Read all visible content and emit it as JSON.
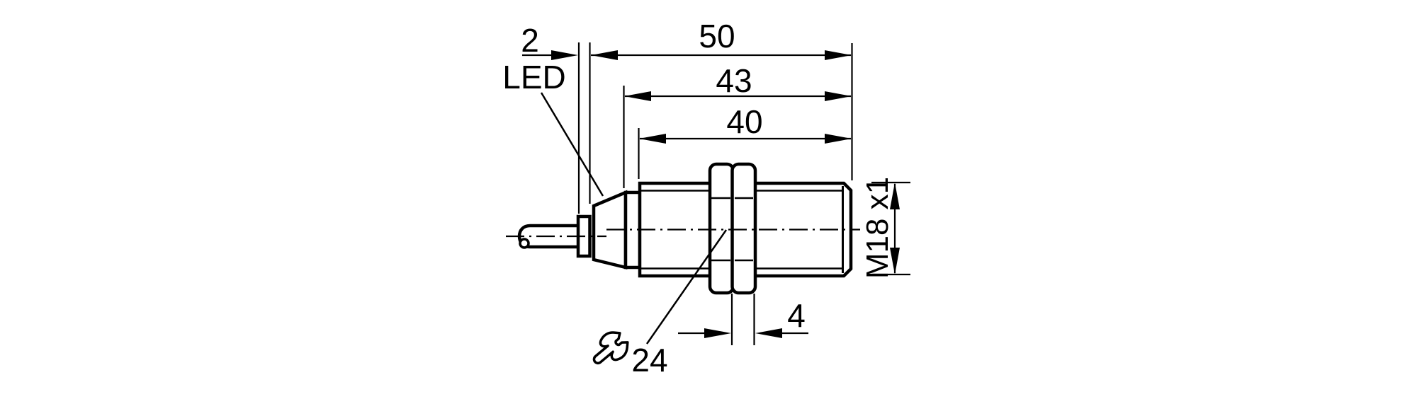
{
  "diagram": {
    "labels": {
      "led": "LED",
      "thread": "M18 x1",
      "wrench_size": "24"
    },
    "dimensions": {
      "rear_collar_width": "2",
      "total_length": "50",
      "body_length": "43",
      "thread_length": "40",
      "nut_width": "4"
    },
    "colors": {
      "line": "#000000",
      "background": "#ffffff"
    }
  }
}
